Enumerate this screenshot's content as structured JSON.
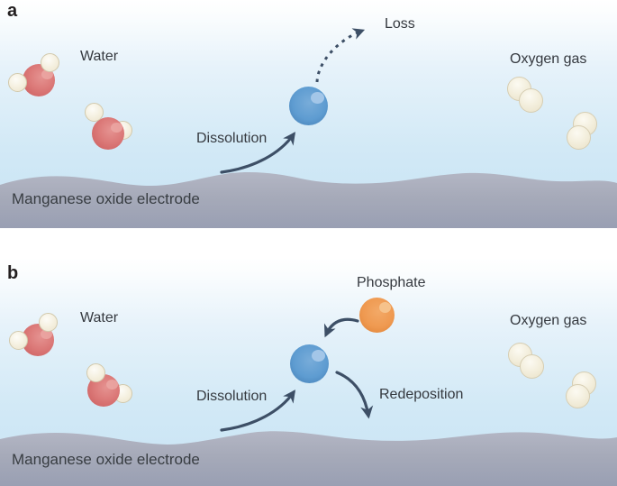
{
  "panels": {
    "a": {
      "panel_label": "a",
      "water_label": "Water",
      "dissolution_label": "Dissolution",
      "loss_label": "Loss",
      "oxygen_gas_label": "Oxygen gas",
      "electrode_label": "Manganese oxide electrode"
    },
    "b": {
      "panel_label": "b",
      "water_label": "Water",
      "phosphate_label": "Phosphate",
      "dissolution_label": "Dissolution",
      "redeposition_label": "Redeposition",
      "oxygen_gas_label": "Oxygen gas",
      "electrode_label": "Manganese oxide electrode"
    }
  },
  "colors": {
    "background_water_blue": "#c7e3f4",
    "electrode_gray": "#a6aab9",
    "arrow_navy": "#3d4f66",
    "water_oxygen_red": "#d97170",
    "hydrogen_cream": "#f2edda",
    "dissolved_species_blue": "#5e9cd1",
    "phosphate_orange": "#ef9950",
    "oxygen_gas_cream": "#f0ecd9",
    "text_dark": "#35393f"
  }
}
